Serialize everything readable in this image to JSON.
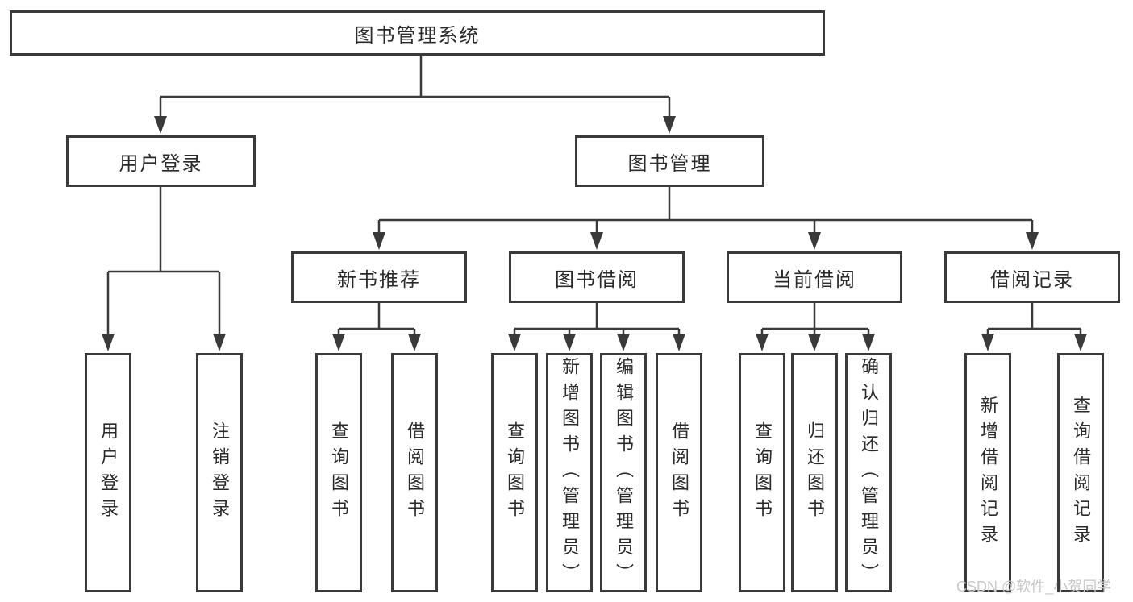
{
  "tree": {
    "root": "图书管理系统",
    "branches": [
      {
        "label": "用户登录",
        "children": [
          "用户登录",
          "注销登录"
        ]
      },
      {
        "label": "图书管理",
        "children": [
          {
            "label": "新书推荐",
            "children": [
              "查询图书",
              "借阅图书"
            ]
          },
          {
            "label": "图书借阅",
            "children": [
              "查询图书",
              "新增图书（管理员）",
              "编辑图书（管理员）",
              "借阅图书"
            ]
          },
          {
            "label": "当前借阅",
            "children": [
              "查询图书",
              "归还图书",
              "确认归还（管理员）"
            ]
          },
          {
            "label": "借阅记录",
            "children": [
              "新增借阅记录",
              "查询借阅记录"
            ]
          }
        ]
      }
    ]
  },
  "colors": {
    "line": "#3a3a3a",
    "text": "#2a2a2a",
    "watermark_text": "#c8c8c8",
    "background": "#ffffff"
  },
  "watermark": "CSDN @软件_小贺同学"
}
